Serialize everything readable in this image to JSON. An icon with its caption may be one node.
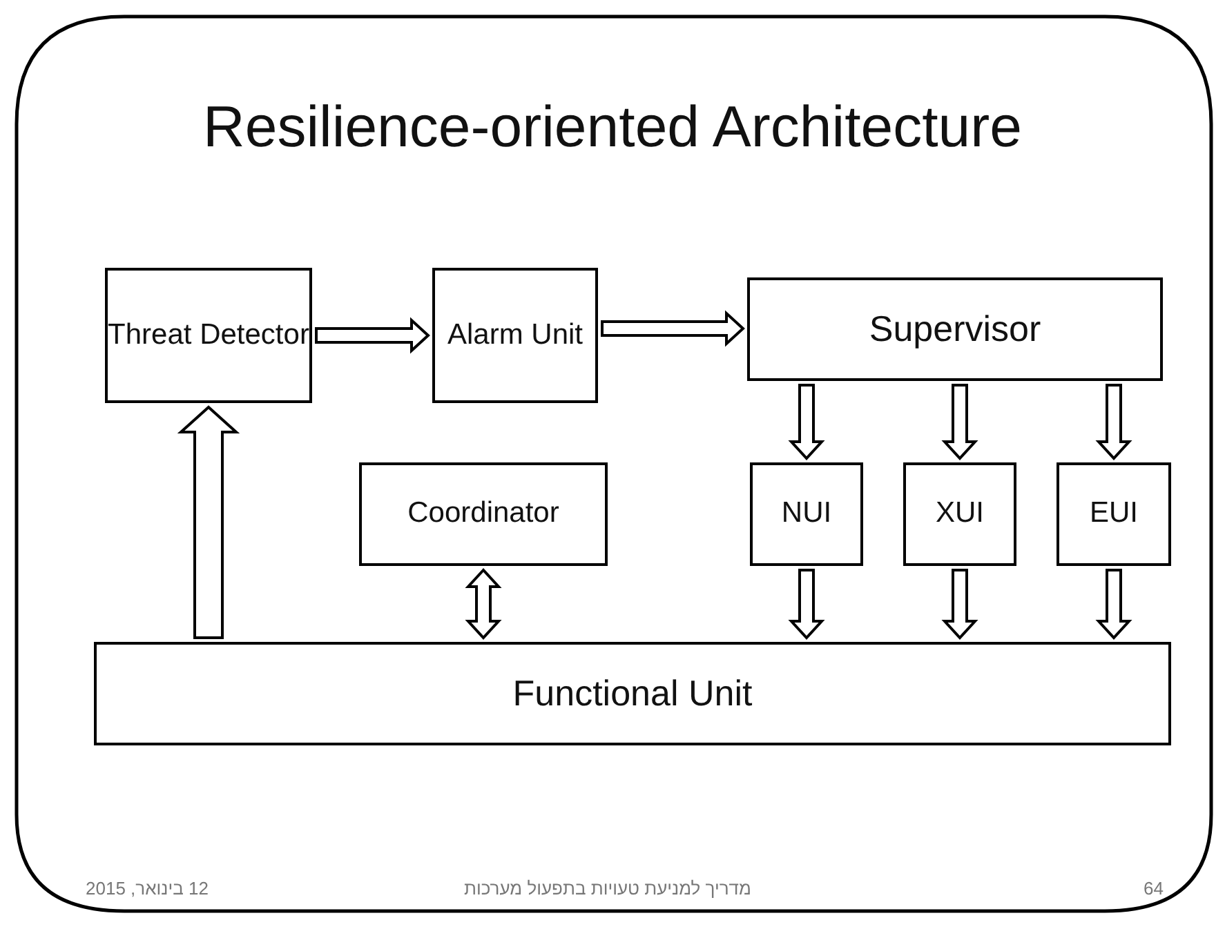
{
  "diagram": {
    "title": "Resilience-oriented Architecture",
    "nodes": [
      {
        "text": [
          "Threat Detector"
        ]
      },
      {
        "text": [
          "Alarm Unit"
        ]
      },
      {
        "text": [
          "Supervisor"
        ]
      },
      {
        "text": [
          "Coordinator"
        ]
      },
      {
        "text": [
          "NUI"
        ]
      },
      {
        "text": [
          "XUI"
        ]
      },
      {
        "text": [
          "EUI"
        ]
      },
      {
        "text": [
          "Functional Unit"
        ]
      }
    ],
    "edges": [
      {
        "from": 0,
        "to": 1,
        "arrow": "to"
      },
      {
        "from": 1,
        "to": 2,
        "arrow": "to"
      },
      {
        "from": 2,
        "to": 4,
        "arrow": "to"
      },
      {
        "from": 2,
        "to": 5,
        "arrow": "to"
      },
      {
        "from": 2,
        "to": 6,
        "arrow": "to"
      },
      {
        "from": 7,
        "to": 0,
        "arrow": "to",
        "style": "thick"
      },
      {
        "from": 3,
        "to": 7,
        "arrow": "both"
      },
      {
        "from": 4,
        "to": 7,
        "arrow": "to"
      },
      {
        "from": 5,
        "to": 7,
        "arrow": "to"
      },
      {
        "from": 6,
        "to": 7,
        "arrow": "to"
      }
    ],
    "labels": [
      "12 בינואר, 2015",
      "מדריך למניעת טעויות בתפעול מערכות",
      "64"
    ]
  }
}
